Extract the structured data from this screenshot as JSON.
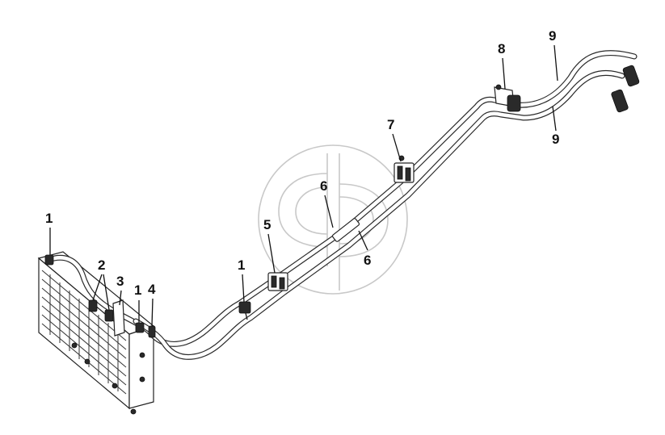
{
  "diagram": {
    "colors": {
      "line": "#2a2a2a",
      "text": "#111111",
      "watermark": "#c8c8c8",
      "background": "#ffffff"
    },
    "callouts": [
      {
        "id": "c1a",
        "label": "1"
      },
      {
        "id": "c2",
        "label": "2"
      },
      {
        "id": "c3",
        "label": "3"
      },
      {
        "id": "c1b",
        "label": "1"
      },
      {
        "id": "c4",
        "label": "4"
      },
      {
        "id": "c1c",
        "label": "1"
      },
      {
        "id": "c5",
        "label": "5"
      },
      {
        "id": "c6a",
        "label": "6"
      },
      {
        "id": "c6b",
        "label": "6"
      },
      {
        "id": "c7",
        "label": "7"
      },
      {
        "id": "c8",
        "label": "8"
      },
      {
        "id": "c9a",
        "label": "9"
      },
      {
        "id": "c9b",
        "label": "9"
      }
    ]
  }
}
